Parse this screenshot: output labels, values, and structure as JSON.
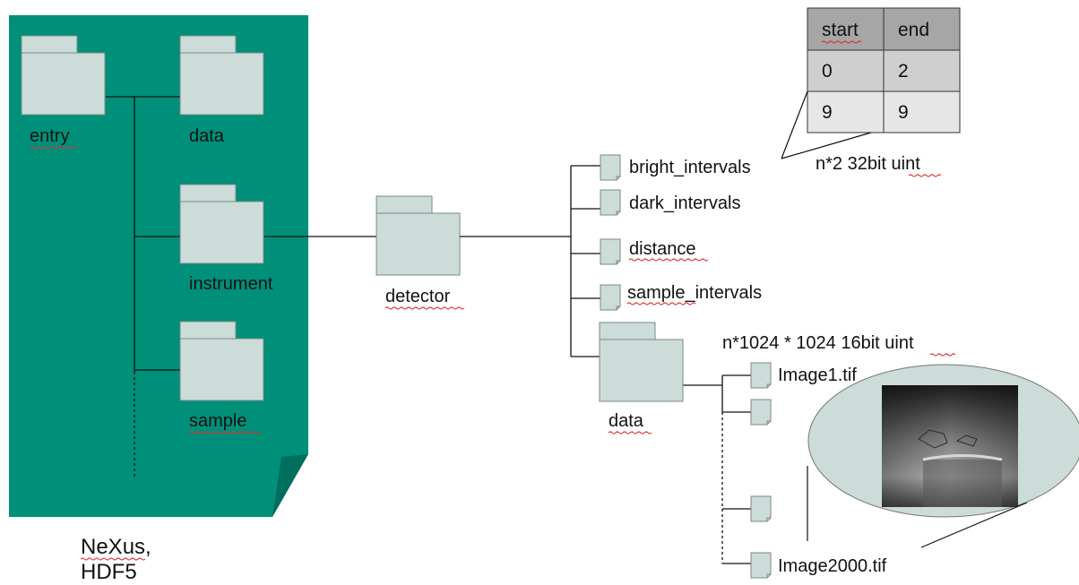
{
  "file_format_label": [
    "NeXus,",
    "HDF5"
  ],
  "root_groups": {
    "entry": "entry",
    "data": "data",
    "instrument": "instrument",
    "sample": "sample"
  },
  "detector": {
    "label": "detector",
    "datasets": [
      "bright_intervals",
      "dark_intervals",
      "distance",
      "sample_intervals"
    ],
    "data_group": "data"
  },
  "intervals_table": {
    "headers": [
      "start",
      "end"
    ],
    "rows": [
      [
        "0",
        "2"
      ],
      [
        "9",
        "9"
      ]
    ],
    "type_label": "n*2 32bit uint"
  },
  "image_stack": {
    "type_label": "n*1024 * 1024 16bit uint",
    "first_file": "Image1.tif",
    "last_file": "Image2000.tif"
  },
  "colors": {
    "nexus_file_fill": "#00907a",
    "nexus_file_fold": "#006e5d",
    "folder_fill": "#cbdcd9",
    "folder_stroke": "#7a8a87",
    "ellipse_fill": "#cbdcd9",
    "table_header": "#a6a6a6",
    "table_row1": "#cfcfcf",
    "table_row2": "#e6e6e6",
    "spellcheck": "#dd3333"
  }
}
